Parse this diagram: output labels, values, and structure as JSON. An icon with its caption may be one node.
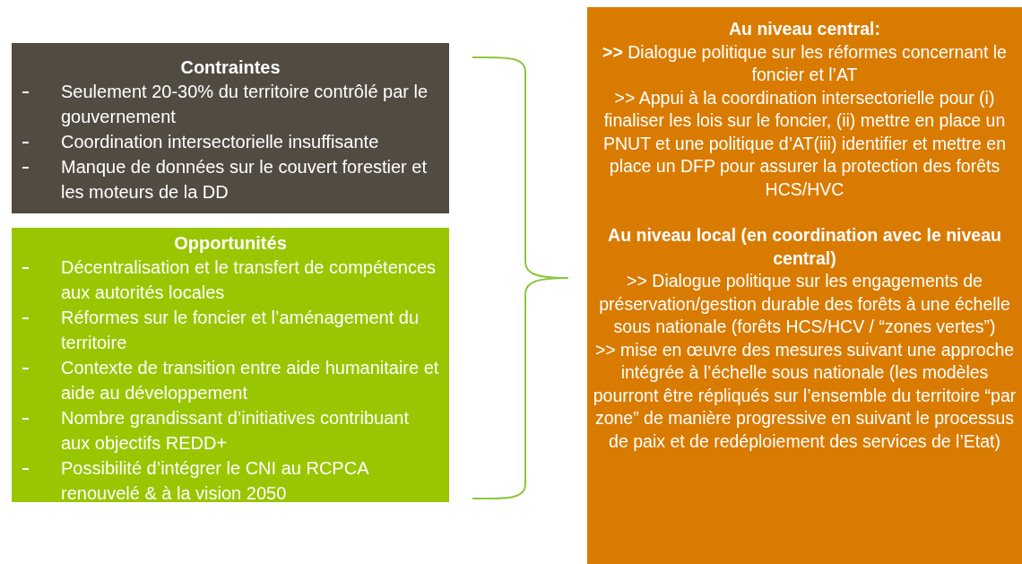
{
  "diagram": {
    "nodes": [
      {
        "text": [
          "Contraintes",
          "Seulement 20-30% du territoire contrôlé par le gouvernement",
          "Coordination intersectorielle insuffisante",
          "Manque de données sur le couvert forestier et les moteurs de la DD"
        ]
      },
      {
        "text": [
          "Opportunités",
          "Décentralisation et le transfert de compétences aux autorités locales",
          "Réformes sur le foncier et l’aménagement du territoire",
          "Contexte de transition entre aide humanitaire et aide au développement",
          "Nombre grandissant d’initiatives contribuant aux objectifs REDD+",
          "Possibilité d’intégrer le CNI au RCPCA renouvelé & à la vision 2050"
        ]
      },
      {
        "text": [
          "Au niveau central:",
          "**>>** Dialogue politique sur les réformes concernant le foncier et l’AT",
          ">> Appui à la coordination intersectorielle pour (i) finaliser les lois sur le foncier, (ii) mettre en place un PNUT et une politique d’AT(iii) identifier et mettre en place un DFP pour assurer la protection des forêts HCS/HVC",
          "Au niveau local (en coordination avec le niveau central)",
          ">> Dialogue politique sur les engagements de préservation/gestion durable des forêts à une échelle sous nationale (forêts HCS/HCV / “zones vertes”)",
          ">> mise en œuvre des mesures suivant une approche intégrée à l’échelle sous nationale (les modèles pourront être répliqués sur l’ensemble du territoire “par zone” de manière progressive en suivant le processus de paix et de redéploiement des services de l’Etat)"
        ]
      }
    ]
  }
}
